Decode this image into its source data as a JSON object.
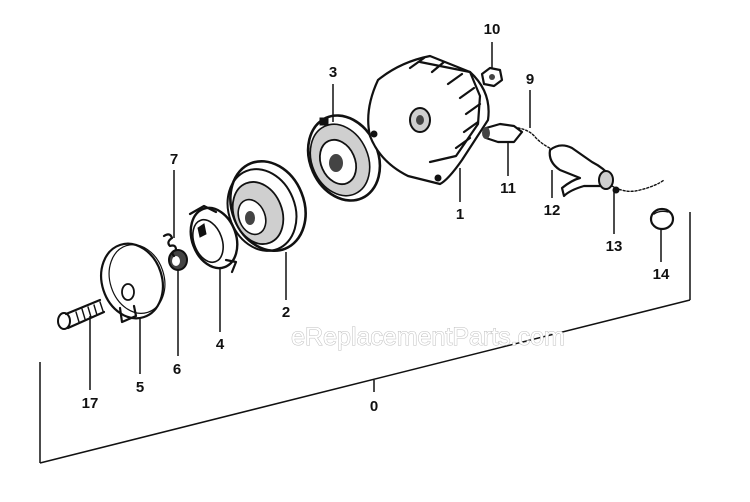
{
  "watermark": "eReplacementParts.com",
  "labels": {
    "p0": "0",
    "p1": "1",
    "p2": "2",
    "p3": "3",
    "p4": "4",
    "p5": "5",
    "p6": "6",
    "p7": "7",
    "p9": "9",
    "p10": "10",
    "p11": "11",
    "p12": "12",
    "p13": "13",
    "p14": "14",
    "p17": "17"
  }
}
